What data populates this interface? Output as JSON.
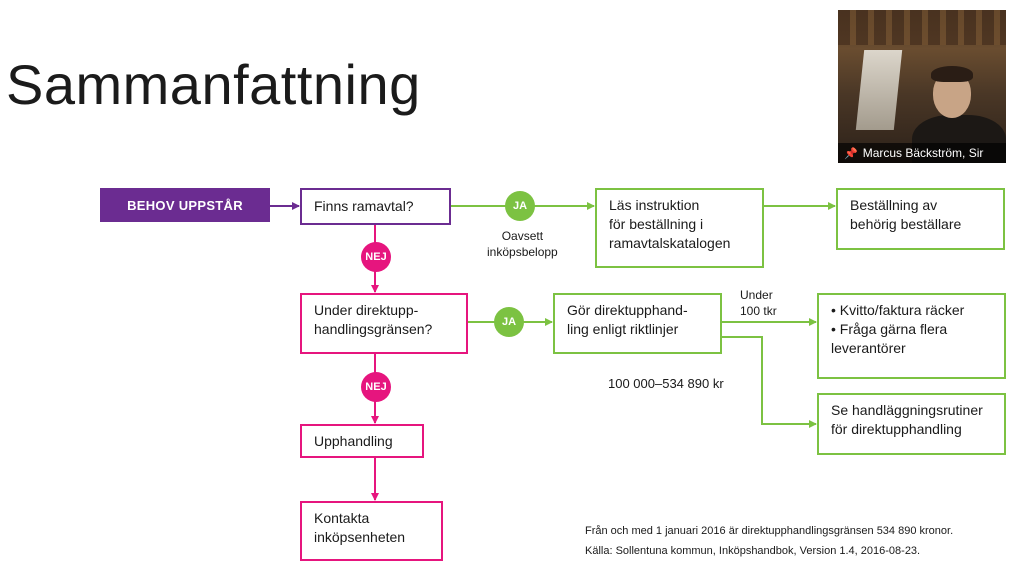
{
  "slide": {
    "title": "Sammanfattning"
  },
  "video": {
    "participant_name": "Marcus Bäckström, Sir",
    "pin_icon": "pin-icon"
  },
  "flow": {
    "start": "BEHOV UPPSTÅR",
    "q1": "Finns ramavtal?",
    "q1_yes_badge": "JA",
    "q1_yes_note": [
      "Oavsett",
      "inköpsbelopp"
    ],
    "read_instruction": [
      "Läs instruktion",
      "för beställning i",
      "ramavtalskatalogen"
    ],
    "order": [
      "Beställning av",
      "behörig beställare"
    ],
    "q1_no_badge": "NEJ",
    "q2": [
      "Under direktupp-",
      "handlingsgränsen?"
    ],
    "q2_yes_badge": "JA",
    "direct_procurement": [
      "Gör direktupphand-",
      "ling enligt riktlinjer"
    ],
    "under_label": [
      "Under",
      "100 tkr"
    ],
    "receipt": [
      "• Kvitto/faktura räcker",
      "• Fråga gärna flera",
      "leverantörer"
    ],
    "range_label": "100 000–534 890 kr",
    "routines": [
      "Se handläggningsrutiner",
      "för direktupphandling"
    ],
    "q2_no_badge": "NEJ",
    "procurement": "Upphandling",
    "contact": [
      "Kontakta",
      "inköpsenheten"
    ]
  },
  "footnote": [
    "Från och med 1 januari 2016 är direktupphandlingsgränsen 534 890 kronor.",
    "Källa: Sollentuna kommun, Inköpshandbok, Version 1.4, 2016-08-23."
  ],
  "colors": {
    "purple": "#6b2c91",
    "pink": "#e6157e",
    "green": "#7cc242"
  }
}
